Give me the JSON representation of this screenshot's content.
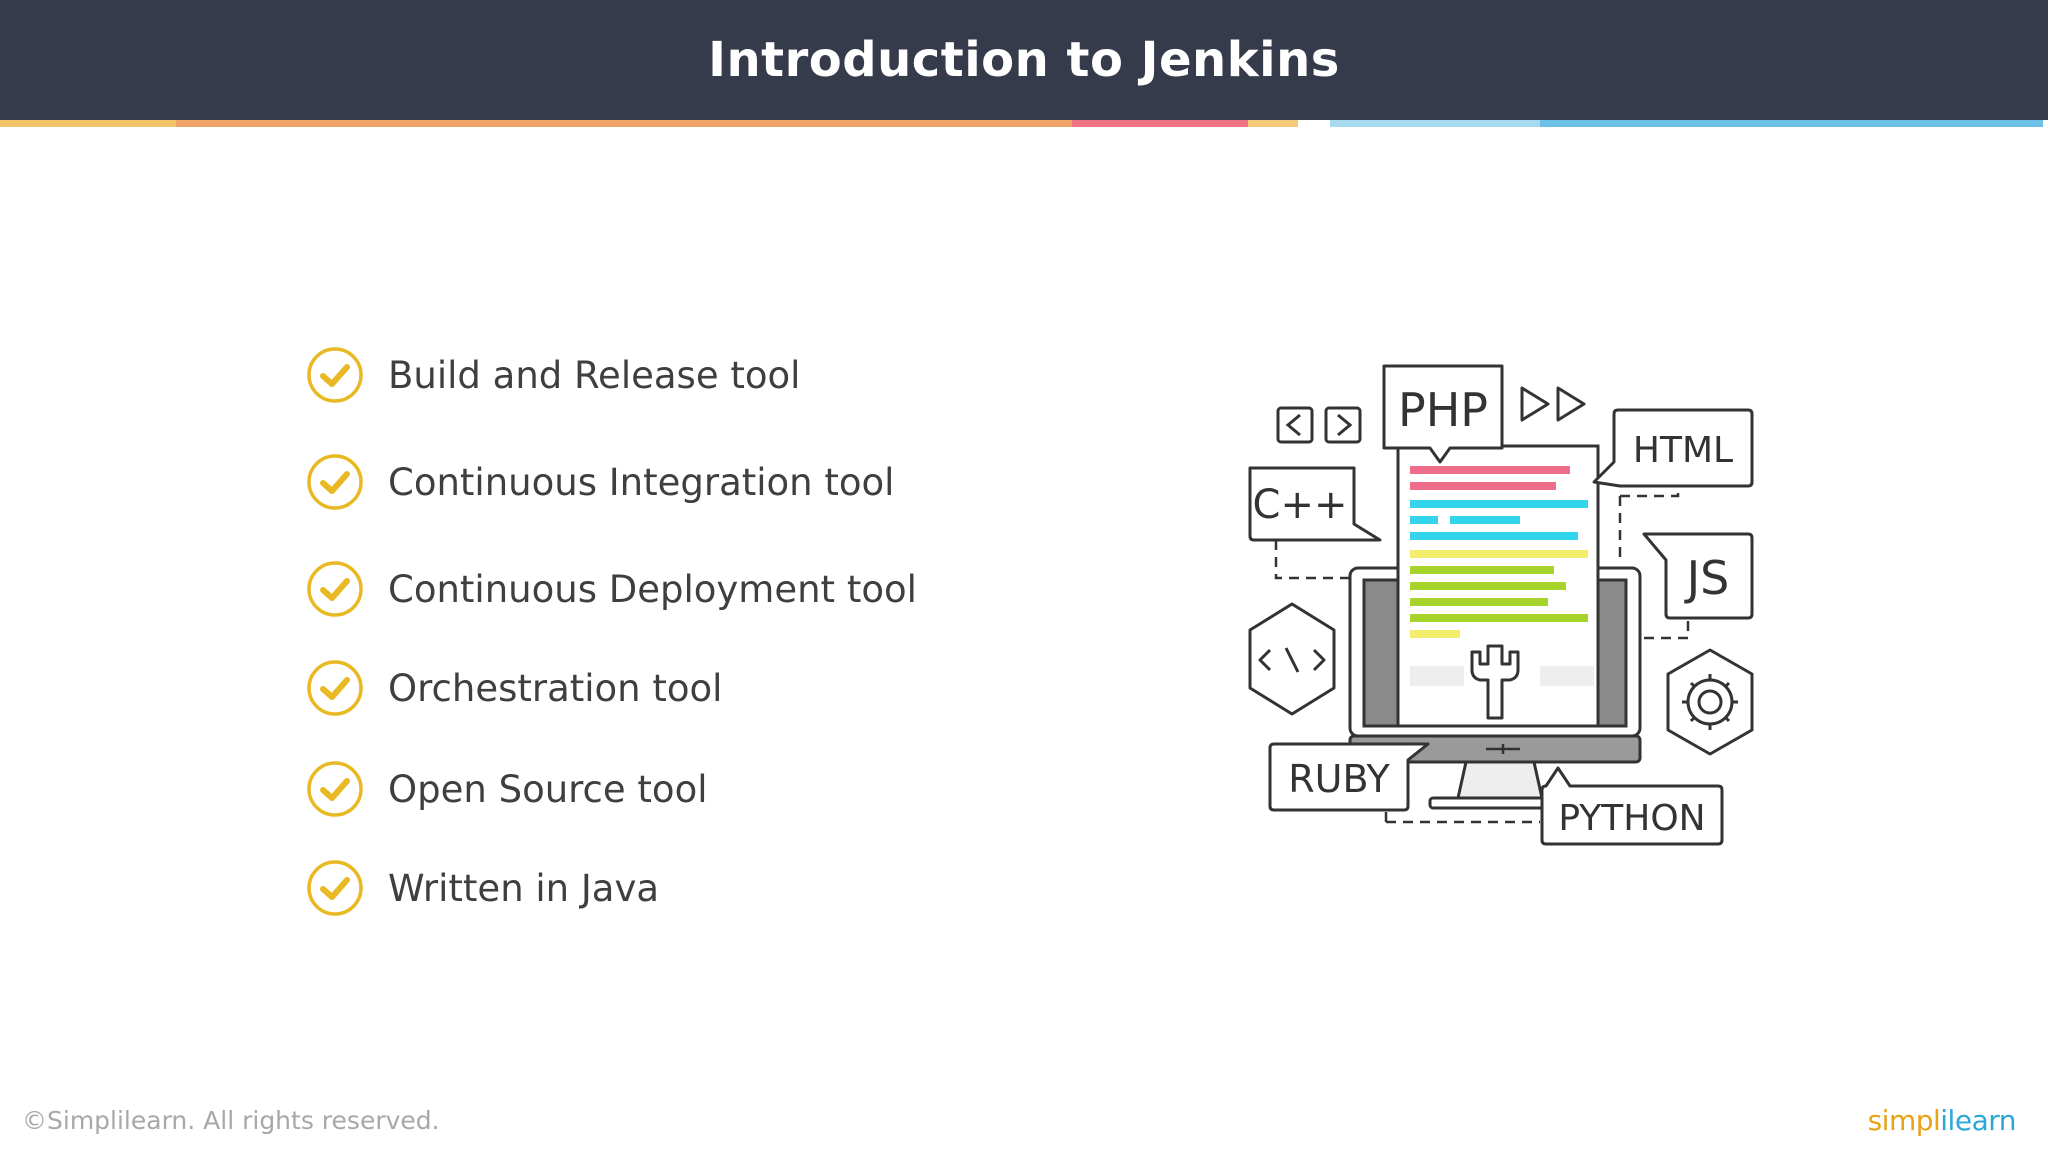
{
  "slide": {
    "title": "Introduction to Jenkins",
    "bullets": [
      "Build and Release tool",
      "Continuous Integration tool",
      "Continuous Deployment tool",
      "Orchestration tool",
      "Open Source tool",
      "Written in Java"
    ]
  },
  "illustration": {
    "labels": {
      "php": "PHP",
      "html": "HTML",
      "cpp": "C++",
      "js": "JS",
      "ruby": "RUBY",
      "python": "PYTHON"
    }
  },
  "footer": {
    "copyright": "©Simplilearn. All rights reserved.",
    "brand_part1": "simpl",
    "brand_part2": "ilearn"
  },
  "colors": {
    "header_bg": "#353b4b",
    "check_accent": "#e8b923",
    "code_pink": "#ee6d8a",
    "code_cyan": "#33d4ec",
    "code_yellow": "#f2ee6b",
    "code_green": "#a6d42b"
  },
  "icons": [
    "check-circle-icon",
    "gear-icon",
    "code-brackets-icon",
    "wrench-icon",
    "play-icon",
    "chevron-left-icon",
    "chevron-right-icon"
  ]
}
